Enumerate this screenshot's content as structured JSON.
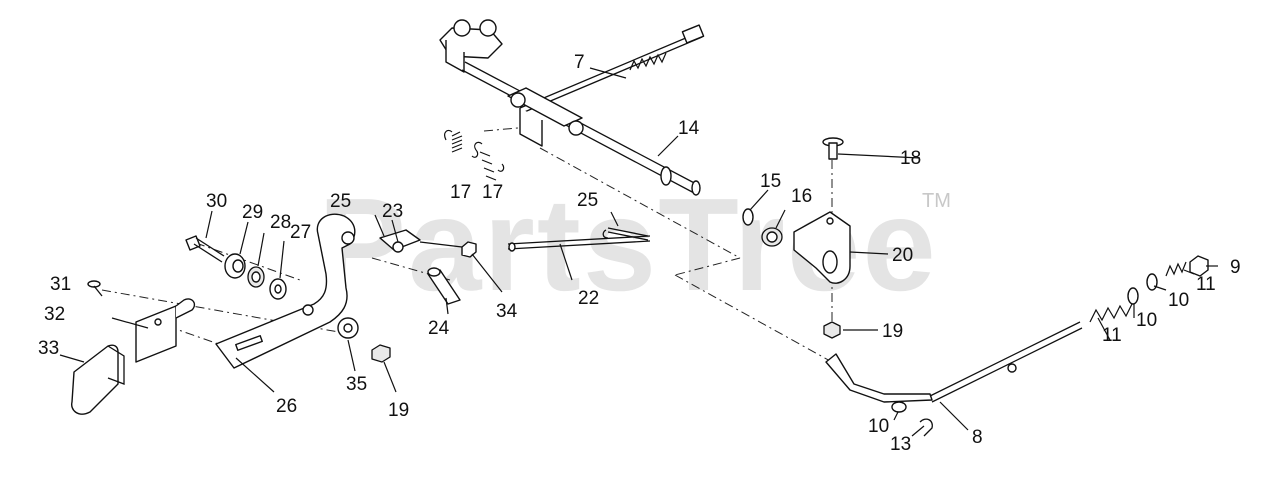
{
  "watermark": {
    "brand": "PartsTree",
    "trademark": "TM"
  },
  "callouts": [
    {
      "id": "c7",
      "label": "7"
    },
    {
      "id": "c14",
      "label": "14"
    },
    {
      "id": "c17a",
      "label": "17"
    },
    {
      "id": "c17b",
      "label": "17"
    },
    {
      "id": "c18",
      "label": "18"
    },
    {
      "id": "c15",
      "label": "15"
    },
    {
      "id": "c16",
      "label": "16"
    },
    {
      "id": "c20",
      "label": "20"
    },
    {
      "id": "c25a",
      "label": "25"
    },
    {
      "id": "c23",
      "label": "23"
    },
    {
      "id": "c25b",
      "label": "25"
    },
    {
      "id": "c30",
      "label": "30"
    },
    {
      "id": "c29",
      "label": "29"
    },
    {
      "id": "c28",
      "label": "28"
    },
    {
      "id": "c27",
      "label": "27"
    },
    {
      "id": "c22",
      "label": "22"
    },
    {
      "id": "c34",
      "label": "34"
    },
    {
      "id": "c24",
      "label": "24"
    },
    {
      "id": "c31",
      "label": "31"
    },
    {
      "id": "c32",
      "label": "32"
    },
    {
      "id": "c33",
      "label": "33"
    },
    {
      "id": "c26",
      "label": "26"
    },
    {
      "id": "c35",
      "label": "35"
    },
    {
      "id": "c19a",
      "label": "19"
    },
    {
      "id": "c19b",
      "label": "19"
    },
    {
      "id": "c9",
      "label": "9"
    },
    {
      "id": "c11a",
      "label": "11"
    },
    {
      "id": "c10a",
      "label": "10"
    },
    {
      "id": "c10b",
      "label": "10"
    },
    {
      "id": "c11b",
      "label": "11"
    },
    {
      "id": "c10c",
      "label": "10"
    },
    {
      "id": "c13",
      "label": "13"
    },
    {
      "id": "c8",
      "label": "8"
    }
  ]
}
